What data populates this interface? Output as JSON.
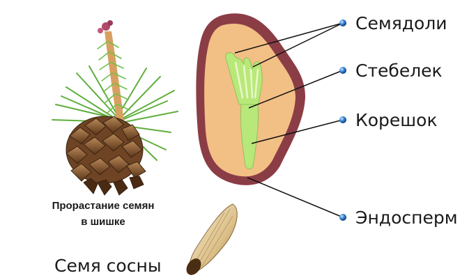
{
  "labels": {
    "cotyledons": "Семядоли",
    "stem": "Стебелек",
    "root": "Корешок",
    "endosperm": "Эндосперм"
  },
  "caption": {
    "line1": "Прорастание семян",
    "line2": "в шишке"
  },
  "seed_caption": "Семя сосны",
  "colors": {
    "seed_coat": "#8b3d46",
    "endosperm": "#f2bf85",
    "embryo": "#b9e87a",
    "embryo_edge": "#8cc456",
    "leader_line": "#111111",
    "dot": "#2f7fd0",
    "cone": "#8a5a30",
    "needle": "#5fae3c"
  }
}
